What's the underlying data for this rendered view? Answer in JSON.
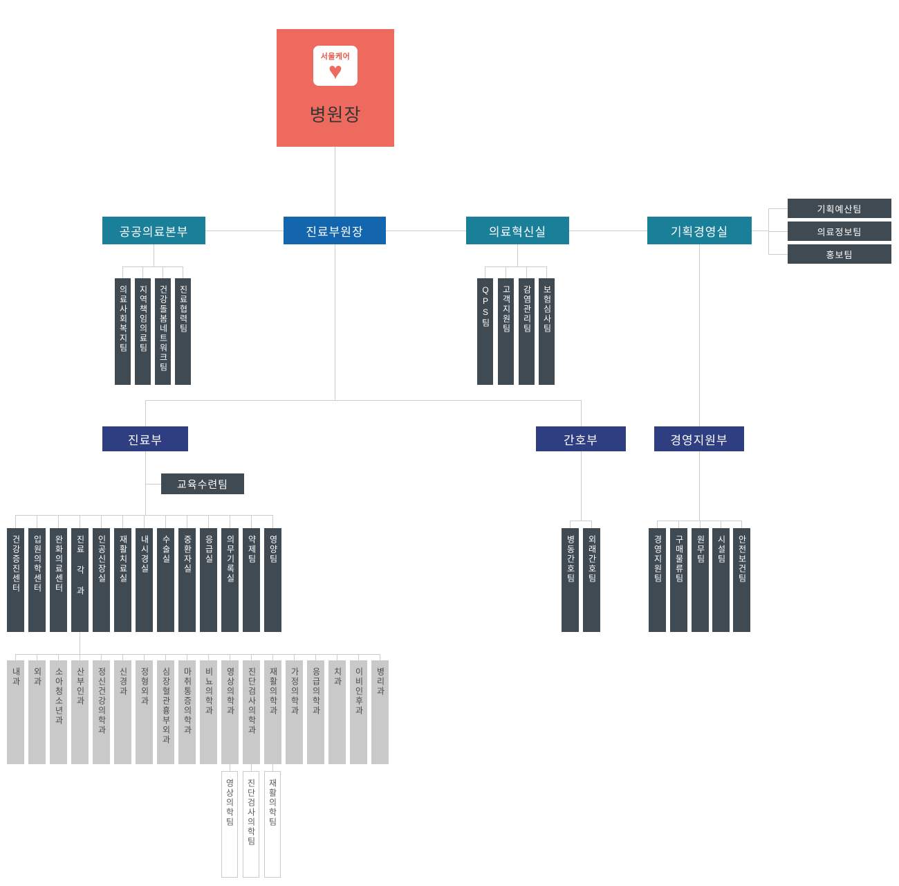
{
  "root": {
    "brand": "서울케어",
    "title": "병원장"
  },
  "level2": {
    "public": {
      "label": "공공의료본부",
      "teams": [
        "의료사회복지팀",
        "지역책임의료팀",
        "건강돌봄네트워크팀",
        "진료협력팀"
      ]
    },
    "deputy": {
      "label": "진료부원장"
    },
    "innovation": {
      "label": "의료혁신실",
      "teams": [
        "QPS팀",
        "고객지원팀",
        "감염관리팀",
        "보험심사팀"
      ]
    },
    "planning": {
      "label": "기획경영실",
      "teams": [
        "기획예산팀",
        "의료정보팀",
        "홍보팀"
      ]
    }
  },
  "level3": {
    "medical": {
      "label": "진료부",
      "education_team": "교육수련팀",
      "units": [
        "건강증진센터",
        "입원의학센터",
        "완화의료센터",
        "진료 각 과",
        "인공신장실",
        "재활치료실",
        "내시경실",
        "수술실",
        "중환자실",
        "응급실",
        "의무기록실",
        "약제팀",
        "영양팀"
      ],
      "clinical_departments": [
        "내과",
        "외과",
        "소아청소년과",
        "산부인과",
        "정신건강의학과",
        "신경과",
        "정형외과",
        "심장혈관흉부외과",
        "마취통증의학과",
        "비뇨의학과",
        "영상의학과",
        "진단검사의학과",
        "재활의학과",
        "가정의학과",
        "응급의학과",
        "치과",
        "이비인후과",
        "병리과"
      ],
      "department_teams": [
        "영상의학팀",
        "진단검사의학팀",
        "재활의학팀"
      ]
    },
    "nursing": {
      "label": "간호부",
      "teams": [
        "병동간호팀",
        "외래간호팀"
      ]
    },
    "admin": {
      "label": "경영지원부",
      "teams": [
        "경영지원팀",
        "구매물류팀",
        "원무팀",
        "시설팀",
        "안전보건팀"
      ]
    }
  },
  "colors": {
    "root": "#ee6a5f",
    "teal": "#1a7f99",
    "blue": "#1366ae",
    "navy": "#2e3e80",
    "slate": "#3f4a53",
    "gray": "#c9c9c9",
    "line": "#cccccc"
  }
}
